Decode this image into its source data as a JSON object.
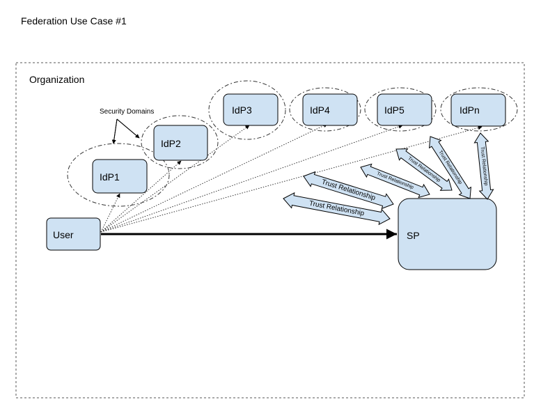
{
  "title": "Federation Use Case #1",
  "organization": {
    "label": "Organization"
  },
  "annotation": {
    "security_domains": "Security Domains"
  },
  "nodes": {
    "user": "User",
    "sp": "SP",
    "idps": [
      "IdP1",
      "IdP2",
      "IdP3",
      "IdP4",
      "IdP5",
      "IdPn"
    ]
  },
  "trust_label": "Trust Relationship",
  "colors": {
    "box_fill": "#cfe2f3",
    "box_stroke": "#000000",
    "arrow_fill": "#cfe2f3"
  }
}
